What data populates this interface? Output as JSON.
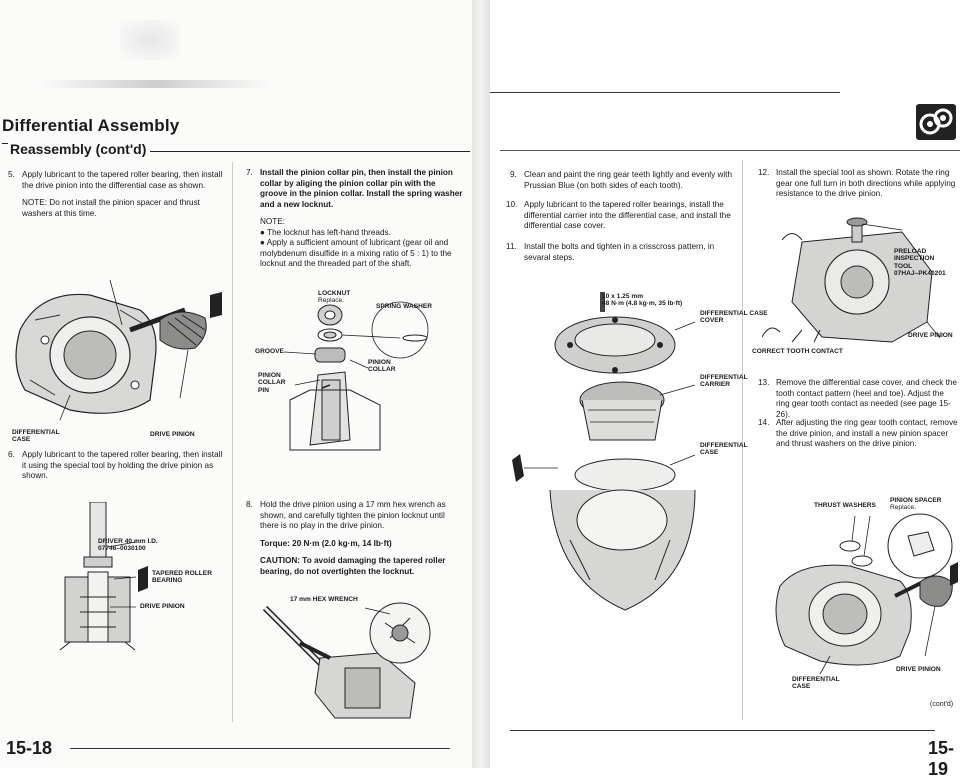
{
  "left": {
    "section_title": "Differential Assembly",
    "sub_title": "Reassembly (cont'd)",
    "steps": [
      {
        "num": "5.",
        "text": "Apply lubricant to the tapered roller bearing, then install the drive pinion into the differential case as shown.",
        "note": "NOTE: Do not install the pinion spacer and thrust washers at this time."
      },
      {
        "num": "6.",
        "text": "Apply lubricant to the tapered roller bearing, then install it using the special tool by holding the drive pinion as shown."
      },
      {
        "num": "7.",
        "text": "Install the pinion collar pin, then install the pinion collar by aliging the pinion collar pin with the groove in the pinion collar. Install the spring washer and a new locknut.",
        "note_head": "NOTE:",
        "bullets": [
          "The locknut has left-hand threads.",
          "Apply a sufficient amount of lubricant (gear oil and molybdenum disulfide in a mixing ratio of 5 : 1) to the locknut and the threaded part of the shaft."
        ]
      },
      {
        "num": "8.",
        "text": "Hold the drive pinion using a 17 mm hex wrench as shown, and carefully tighten the pinion locknut until there is no play in the drive pinion.",
        "torque": "Torque: 20 N·m (2.0 kg·m, 14 lb·ft)",
        "caution": "CAUTION: To avoid damaging the tapered roller bearing, do not overtighten the locknut."
      }
    ],
    "labels": {
      "diff_case": "DIFFERENTIAL\nCASE",
      "drive_pinion_1": "DRIVE PINION",
      "driver": "DRIVER 40 mm I.D.\n07746–0030100",
      "tapered": "TAPERED ROLLER\nBEARING",
      "drive_pinion_2": "DRIVE PINION",
      "locknut": "LOCKNUT",
      "locknut_sub": "Replace.",
      "spring_washer": "SPRING WASHER",
      "groove": "GROOVE",
      "pinion_collar": "PINION\nCOLLAR",
      "pinion_collar_pin": "PINION\nCOLLAR\nPIN",
      "hex_wrench": "17 mm HEX WRENCH"
    },
    "page_num": "15-18"
  },
  "right": {
    "steps": [
      {
        "num": "9.",
        "text": "Clean and paint the ring gear teeth lightly and evenly with Prussian Blue (on both sides of each tooth)."
      },
      {
        "num": "10.",
        "text": "Apply lubricant to the tapered roller bearings, install the differential carrier into the differential case, and install the differential case cover."
      },
      {
        "num": "11.",
        "text": "Install the bolts and tighten in a crisscross pattern, in sevaral steps."
      },
      {
        "num": "12.",
        "text": "Install the special tool as shown. Rotate the ring gear one full turn in both directions while applying resistance to the drive pinion."
      },
      {
        "num": "13.",
        "text": "Remove the differential case cover, and check the tooth contact pattern (heel and toe). Adjust the ring gear tooth contact as needed (see page 15-26)."
      },
      {
        "num": "14.",
        "text": "After adjusting the ring gear tooth contact, remove the drive pinion, and install a new pinion spacer and thrust washers on the drive pinion."
      }
    ],
    "labels": {
      "bolt_spec": "10 x 1.25 mm\n48 N·m (4.8 kg·m, 35 lb·ft)",
      "diff_cover": "DIFFERENTIAL CASE\nCOVER",
      "diff_carrier": "DIFFERENTIAL\nCARRIER",
      "diff_case": "DIFFERENTIAL\nCASE",
      "preload": "PRELOAD INSPECTION\nTOOL\n07HAJ–PK40201",
      "drive_pinion_1": "DRIVE PINION",
      "correct_tooth": "CORRECT TOOTH CONTACT",
      "thrust_washers": "THRUST WASHERS",
      "pinion_spacer": "PINION SPACER",
      "pinion_spacer_sub": "Replace.",
      "diff_case_2": "DIFFERENTIAL\nCASE",
      "drive_pinion_2": "DRIVE PINION"
    },
    "contd": "(cont'd)",
    "page_num": "15-19"
  },
  "icons": {
    "badge": "gear-assembly-icon"
  }
}
